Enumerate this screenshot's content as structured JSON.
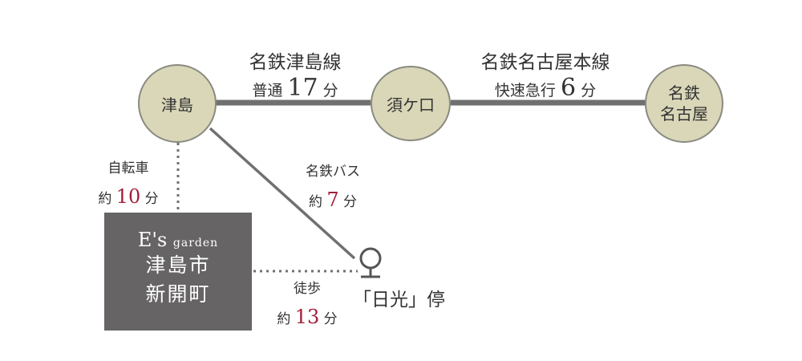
{
  "stations": {
    "tsushima": "津島",
    "sukeguchi": "須ケ口",
    "meitetsu_nagoya": [
      "名鉄",
      "名古屋"
    ]
  },
  "routes": {
    "tsushima_line": {
      "name": "名鉄津島線",
      "prefix": "普通",
      "minutes": "17",
      "unit": "分"
    },
    "nagoya_main_line": {
      "name": "名鉄名古屋本線",
      "prefix": "快速急行",
      "minutes": "6",
      "unit": "分"
    },
    "bus": {
      "name": "名鉄バス",
      "prefix": "約",
      "minutes": "7",
      "unit": "分"
    },
    "bicycle": {
      "name": "自転車",
      "prefix": "約",
      "minutes": "10",
      "unit": "分"
    },
    "walk": {
      "name": "徒歩",
      "prefix": "約",
      "minutes": "13",
      "unit": "分"
    }
  },
  "destination": {
    "brand_main": "E's",
    "brand_sub": "garden",
    "line1": "津島市",
    "line2": "新開町"
  },
  "bus_stop": {
    "label": "「日光」停"
  },
  "colors": {
    "station_fill": "#d9d7b8",
    "line": "#707070",
    "box": "#666464",
    "accent": "#a31f3a"
  }
}
